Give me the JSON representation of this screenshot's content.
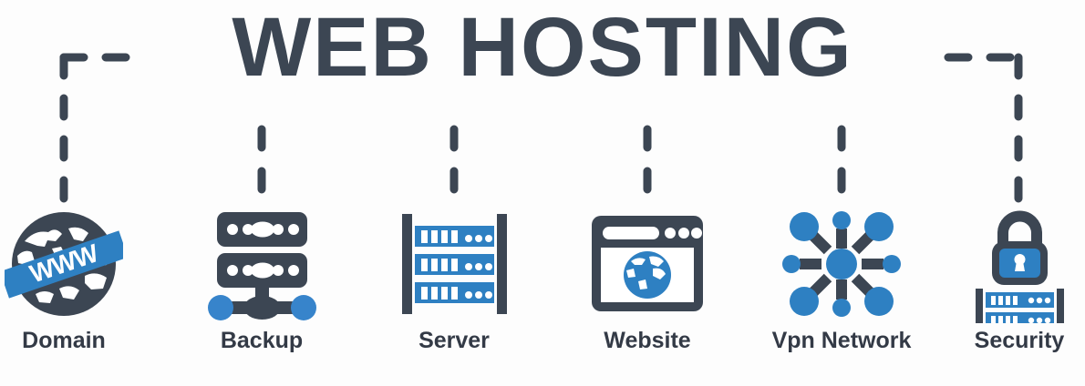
{
  "title": "WEB HOSTING",
  "colors": {
    "dark": "#3c4653",
    "dark_alt": "#333a46",
    "blue": "#2e80c2",
    "blue_light": "#3784cb",
    "background": "#fdfdfd",
    "white": "#ffffff"
  },
  "columns": [
    {
      "id": "domain",
      "label": "Domain",
      "icon": "globe-www-icon",
      "connector": "elbow-left"
    },
    {
      "id": "backup",
      "label": "Backup",
      "icon": "server-backup-icon",
      "connector": "vertical"
    },
    {
      "id": "server",
      "label": "Server",
      "icon": "server-rack-icon",
      "connector": "vertical"
    },
    {
      "id": "website",
      "label": "Website",
      "icon": "browser-globe-icon",
      "connector": "vertical"
    },
    {
      "id": "vpn",
      "label": "Vpn Network",
      "icon": "network-hub-icon",
      "connector": "vertical"
    },
    {
      "id": "security",
      "label": "Security",
      "icon": "lock-server-icon",
      "connector": "elbow-right"
    }
  ],
  "domain_icon": {
    "banner_text": "WWW"
  },
  "connector_style": {
    "dash": "dashed",
    "cap": "round",
    "width": 9
  }
}
